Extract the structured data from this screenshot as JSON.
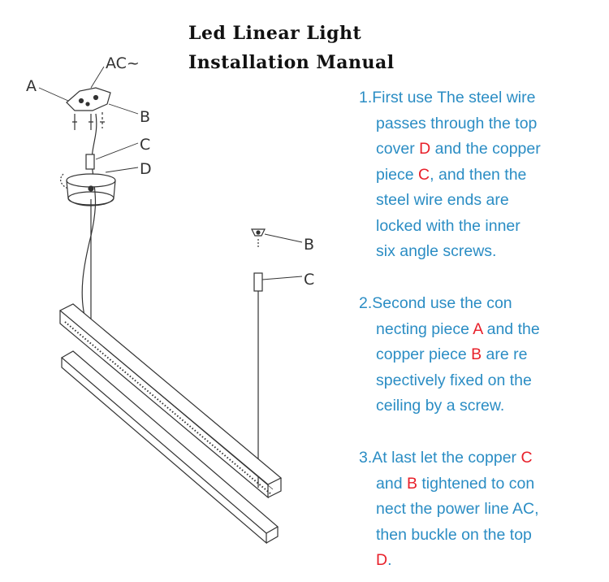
{
  "title": {
    "line1": "Led Linear Light",
    "line2": "Installation Manual"
  },
  "diagram": {
    "labels": {
      "ac": "AC~",
      "a": "A",
      "b": "B",
      "c": "C",
      "d": "D"
    }
  },
  "steps": [
    {
      "lines": [
        [
          {
            "t": "1.First use The steel wire"
          }
        ],
        [
          {
            "t": "passes through the top"
          }
        ],
        [
          {
            "t": "cover "
          },
          {
            "t": "D",
            "red": true
          },
          {
            "t": " and the copper"
          }
        ],
        [
          {
            "t": "piece "
          },
          {
            "t": "C",
            "red": true
          },
          {
            "t": ",  and then the"
          }
        ],
        [
          {
            "t": "steel wire ends are"
          }
        ],
        [
          {
            "t": "locked with the inner"
          }
        ],
        [
          {
            "t": "six angle screws."
          }
        ]
      ]
    },
    {
      "lines": [
        [
          {
            "t": "2.Second use the con"
          }
        ],
        [
          {
            "t": "necting piece "
          },
          {
            "t": "A",
            "red": true
          },
          {
            "t": " and the"
          }
        ],
        [
          {
            "t": "copper piece "
          },
          {
            "t": "B",
            "red": true
          },
          {
            "t": "  are re"
          }
        ],
        [
          {
            "t": "spectively fixed on the"
          }
        ],
        [
          {
            "t": "ceiling by a screw."
          }
        ]
      ]
    },
    {
      "lines": [
        [
          {
            "t": "3.At last let the copper "
          },
          {
            "t": "C",
            "red": true
          }
        ],
        [
          {
            "t": "and "
          },
          {
            "t": "B",
            "red": true
          },
          {
            "t": " tightened to con"
          }
        ],
        [
          {
            "t": "nect the power line AC,"
          }
        ],
        [
          {
            "t": "then buckle on the top"
          }
        ],
        [
          {
            "t": "D",
            "red": true
          },
          {
            "t": "."
          }
        ]
      ]
    }
  ]
}
